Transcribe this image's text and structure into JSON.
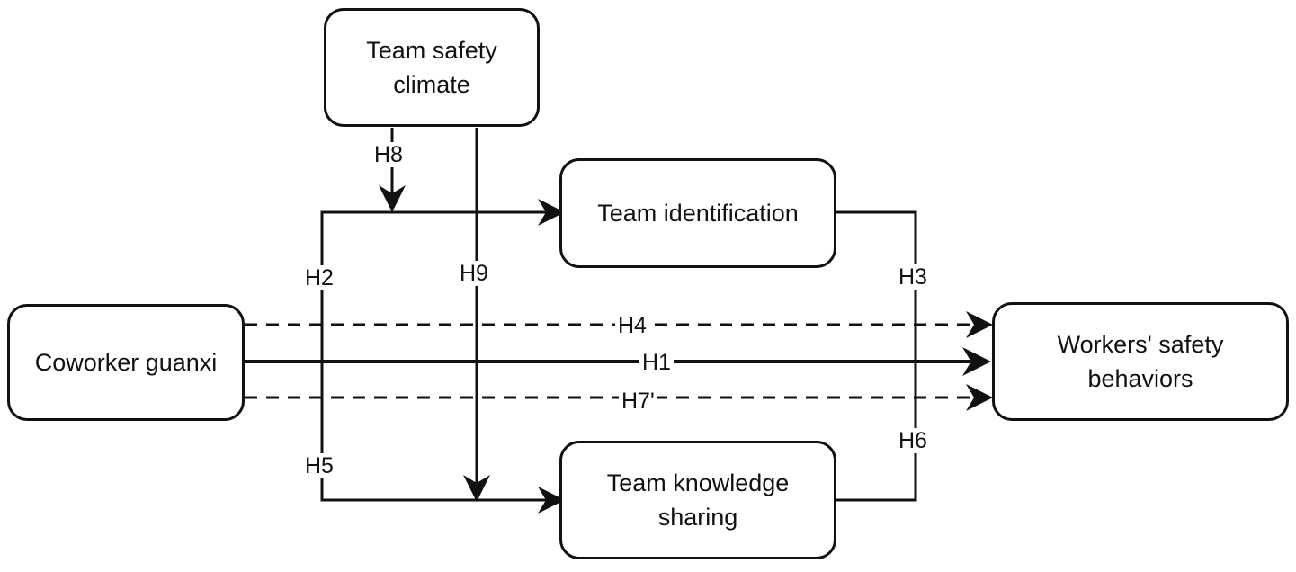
{
  "nodes": {
    "team_safety_climate": [
      "Team safety",
      "climate"
    ],
    "team_identification": [
      "Team identification"
    ],
    "coworker_guanxi": [
      "Coworker guanxi"
    ],
    "workers_safety_behaviors": [
      "Workers' safety",
      "behaviors"
    ],
    "team_knowledge_sharing": [
      "Team knowledge",
      "sharing"
    ]
  },
  "hypotheses": {
    "h1": "H1",
    "h2": "H2",
    "h3": "H3",
    "h4": "H4",
    "h5": "H5",
    "h6": "H6",
    "h7": "H7'",
    "h8": "H8",
    "h9": "H9"
  },
  "edges": [
    {
      "from": "coworker_guanxi",
      "to": "workers_safety_behaviors",
      "label": "H1",
      "style": "solid"
    },
    {
      "from": "coworker_guanxi",
      "to": "team_identification",
      "label": "H2",
      "style": "solid"
    },
    {
      "from": "team_identification",
      "to": "workers_safety_behaviors",
      "label": "H3",
      "style": "solid"
    },
    {
      "from": "coworker_guanxi",
      "to": "workers_safety_behaviors",
      "label": "H4",
      "style": "dashed"
    },
    {
      "from": "coworker_guanxi",
      "to": "team_knowledge_sharing",
      "label": "H5",
      "style": "solid"
    },
    {
      "from": "team_knowledge_sharing",
      "to": "workers_safety_behaviors",
      "label": "H6",
      "style": "solid"
    },
    {
      "from": "coworker_guanxi",
      "to": "workers_safety_behaviors",
      "label": "H7'",
      "style": "dashed"
    },
    {
      "from": "team_safety_climate",
      "to": "team_identification",
      "label": "H8",
      "style": "solid"
    },
    {
      "from": "team_safety_climate",
      "to": "team_knowledge_sharing",
      "label": "H9",
      "style": "solid"
    }
  ],
  "colors": {
    "stroke": "#111111",
    "background": "#ffffff"
  }
}
